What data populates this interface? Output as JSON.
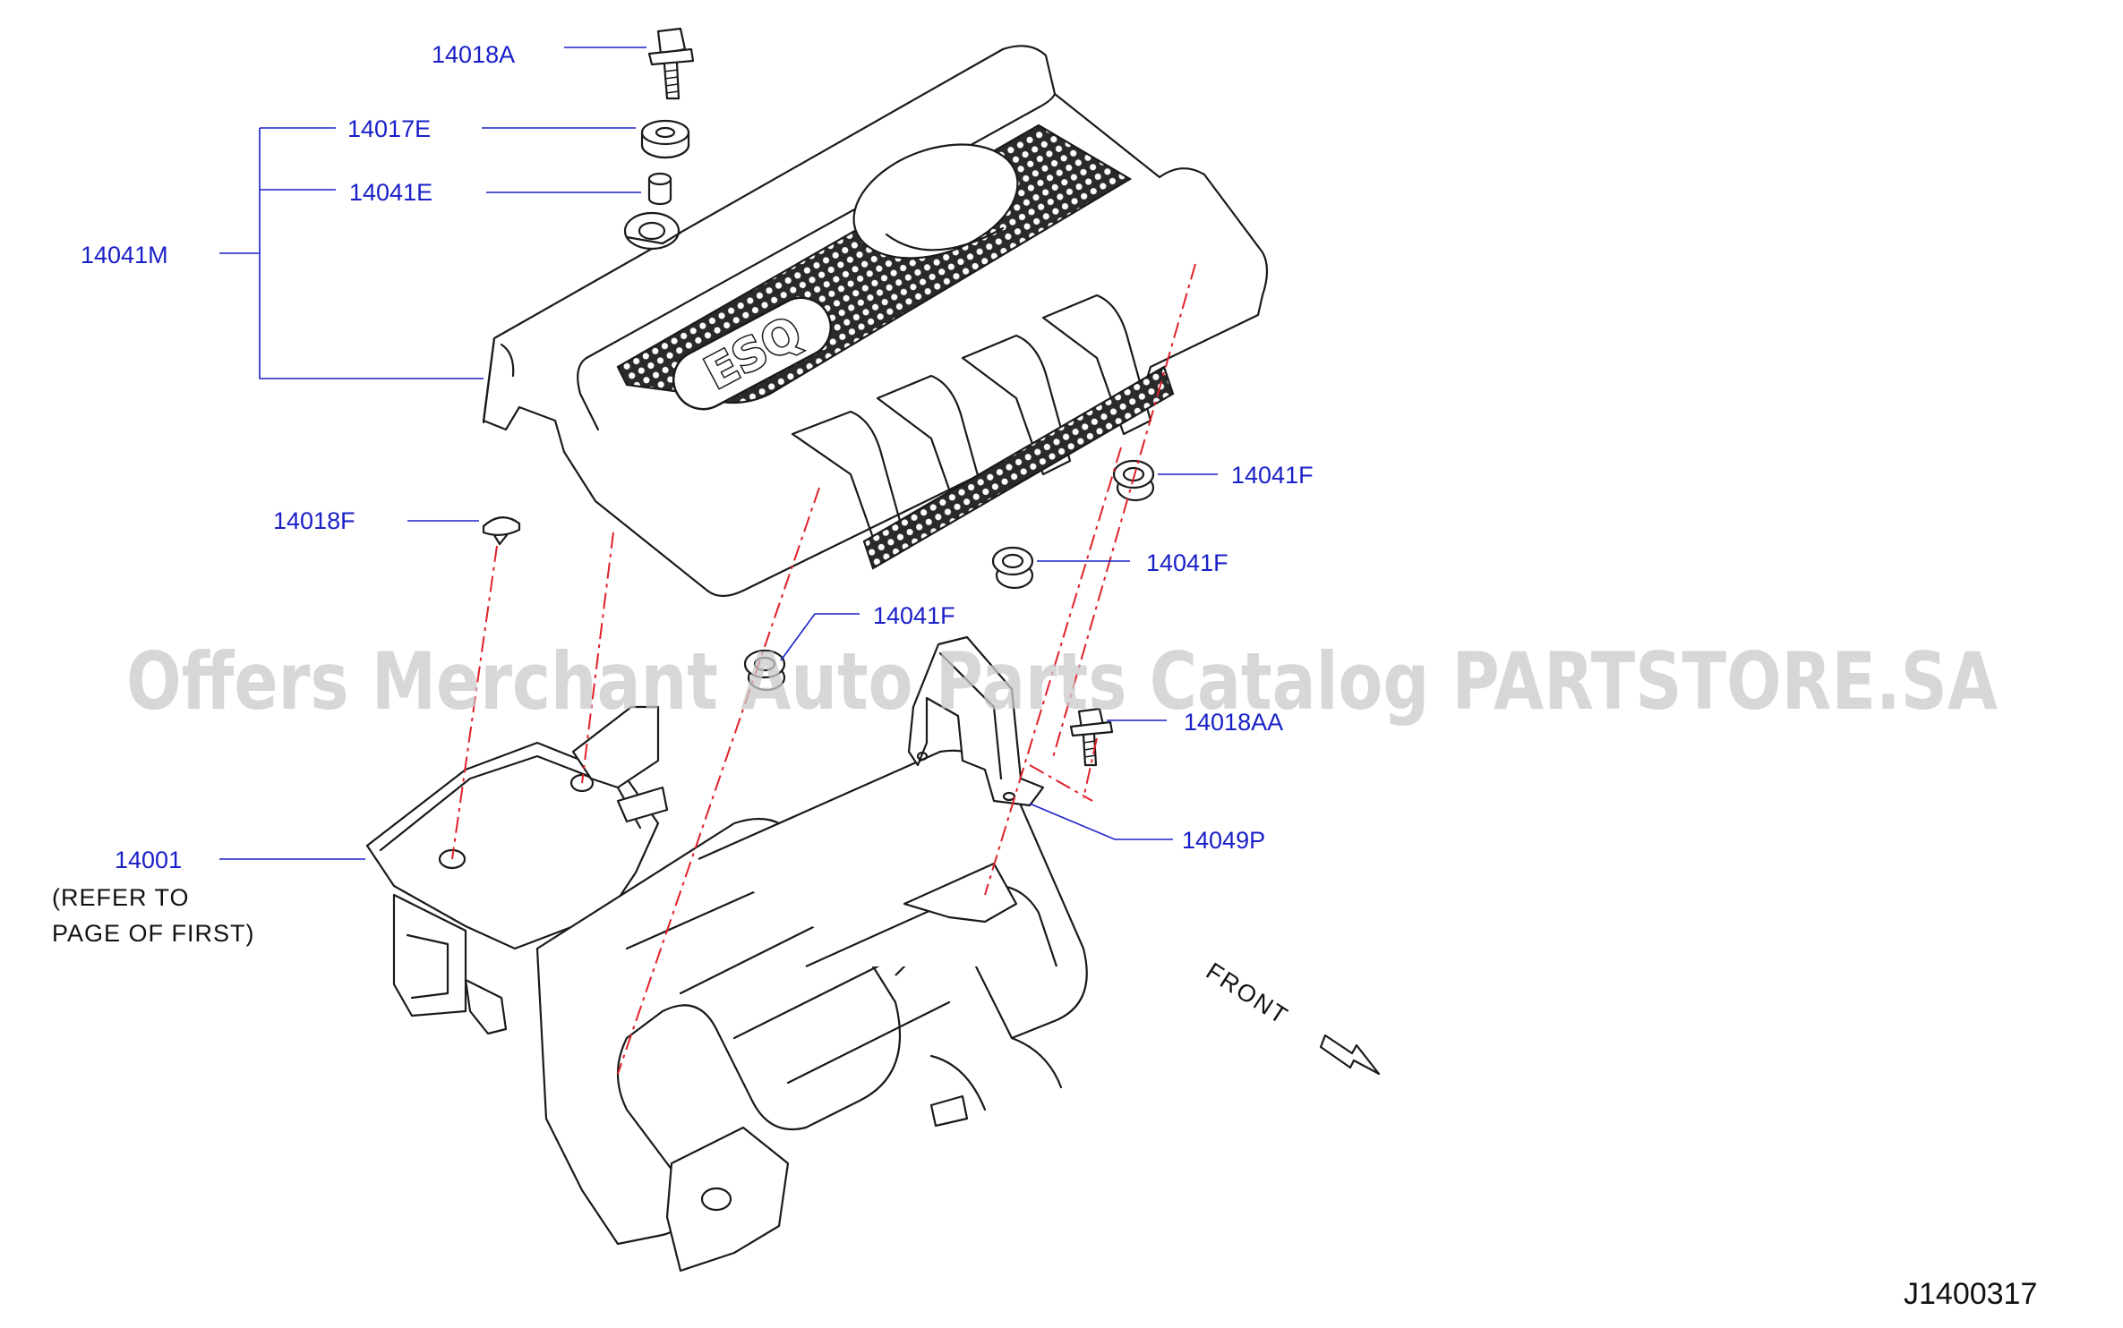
{
  "callouts": {
    "c14018A": "14018A",
    "c14017E": "14017E",
    "c14041E": "14041E",
    "c14041M": "14041M",
    "c14018F": "14018F",
    "c14041F_1": "14041F",
    "c14041F_2": "14041F",
    "c14041F_3": "14041F",
    "c14018AA": "14018AA",
    "c14049P": "14049P",
    "c14001": "14001"
  },
  "note": {
    "line1": "(REFER  TO",
    "line2": "PAGE  OF  FIRST)"
  },
  "cover_logo": "ESQ",
  "front_label": "FRONT",
  "diagram_code": "J1400317",
  "watermark": "Offers Merchant Auto Parts Catalog PARTSTORE.SA",
  "colors": {
    "callout": "#1a20c8",
    "dashed_line": "#e0202a",
    "outline": "#1a1a1a",
    "watermark": "#c9c9c9"
  }
}
